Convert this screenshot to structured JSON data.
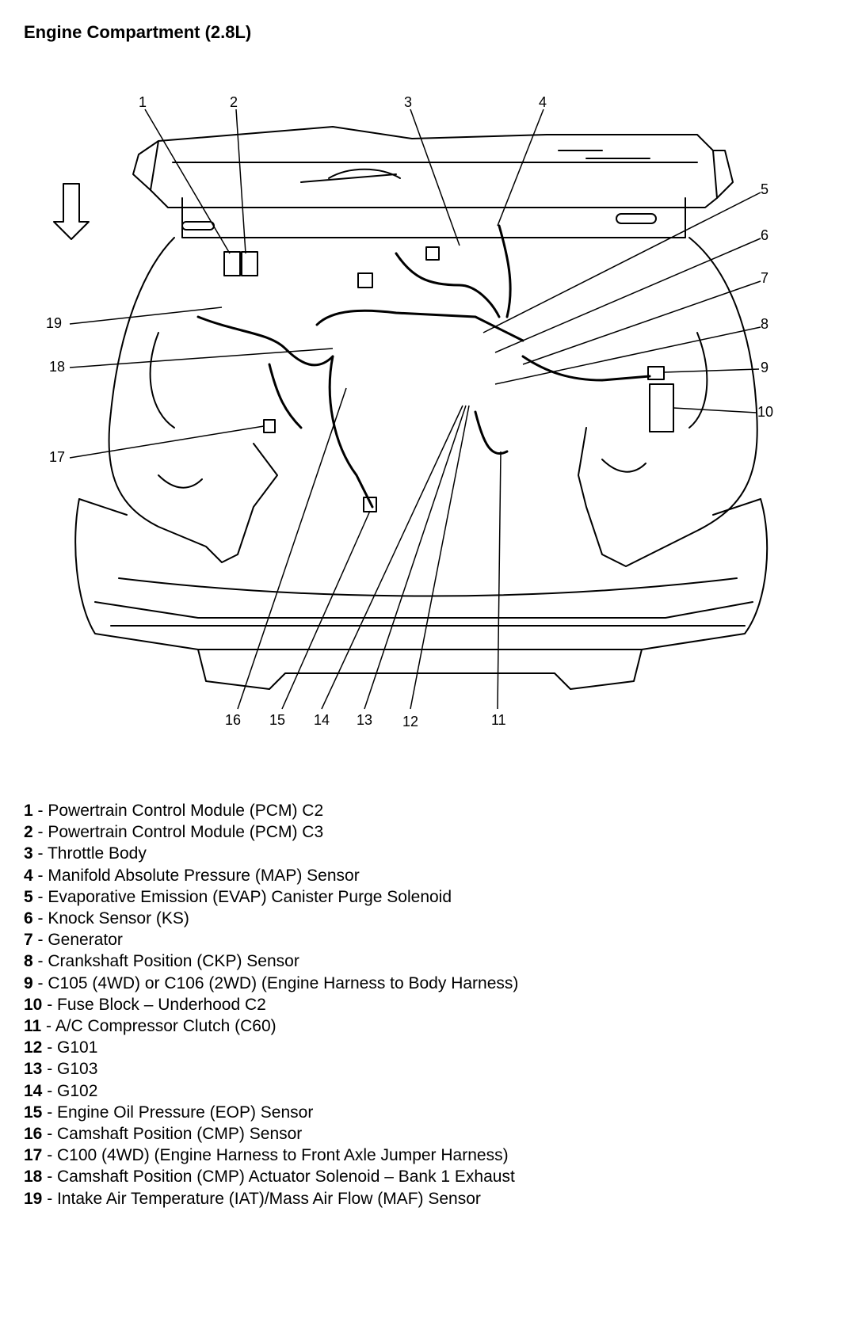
{
  "title": "Engine Compartment (2.8L)",
  "callouts": [
    "1",
    "2",
    "3",
    "4",
    "5",
    "6",
    "7",
    "8",
    "9",
    "10",
    "11",
    "12",
    "13",
    "14",
    "15",
    "16",
    "17",
    "18",
    "19"
  ],
  "legend": [
    {
      "num": "1",
      "text": " - Powertrain Control Module (PCM) C2"
    },
    {
      "num": "2",
      "text": " - Powertrain Control Module (PCM) C3"
    },
    {
      "num": "3",
      "text": " - Throttle Body"
    },
    {
      "num": "4",
      "text": " - Manifold Absolute Pressure (MAP) Sensor"
    },
    {
      "num": "5",
      "text": " - Evaporative Emission (EVAP) Canister Purge Solenoid"
    },
    {
      "num": "6",
      "text": " - Knock Sensor (KS)"
    },
    {
      "num": "7",
      "text": " - Generator"
    },
    {
      "num": "8",
      "text": " - Crankshaft Position (CKP) Sensor"
    },
    {
      "num": "9",
      "text": " - C105 (4WD) or C106 (2WD) (Engine Harness to Body Harness)"
    },
    {
      "num": "10",
      "text": " - Fuse Block – Underhood C2"
    },
    {
      "num": "11",
      "text": " - A/C Compressor Clutch (C60)"
    },
    {
      "num": "12",
      "text": " - G101"
    },
    {
      "num": "13",
      "text": " - G103"
    },
    {
      "num": "14",
      "text": " - G102"
    },
    {
      "num": "15",
      "text": " - Engine Oil Pressure (EOP) Sensor"
    },
    {
      "num": "16",
      "text": " - Camshaft Position (CMP) Sensor"
    },
    {
      "num": "17",
      "text": " - C100 (4WD) (Engine Harness to Front Axle Jumper Harness)"
    },
    {
      "num": "18",
      "text": " - Camshaft Position (CMP) Actuator Solenoid – Bank 1 Exhaust"
    },
    {
      "num": "19",
      "text": " - Intake Air Temperature (IAT)/Mass Air Flow (MAF) Sensor"
    }
  ]
}
